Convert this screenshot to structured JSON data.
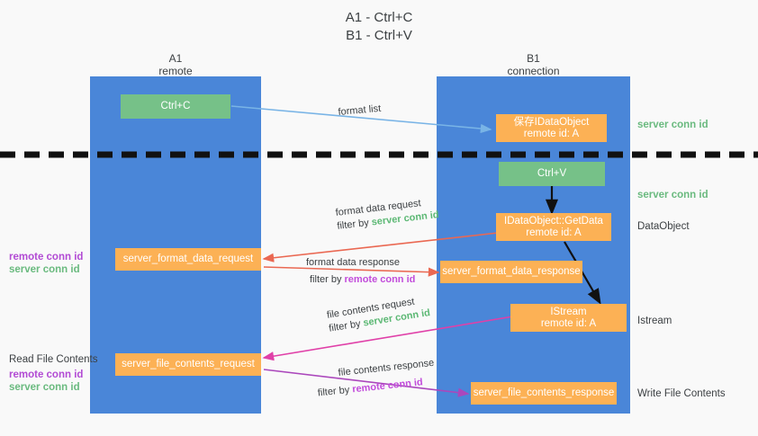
{
  "title": "A1 - Ctrl+C\nB1 - Ctrl+V",
  "columns": [
    {
      "label": "A1\nremote"
    },
    {
      "label": "B1\nconnection"
    }
  ],
  "nodes": {
    "ctrl_c": "Ctrl+C",
    "ctrl_v": "Ctrl+V",
    "save_idataobject": "保存IDataObject\nremote id: A",
    "getdata": "IDataObject::GetData\nremote id: A",
    "istream": "IStream\nremote id: A",
    "server_format_data_request": "server_format_data_request",
    "server_format_data_response": "server_format_data_response",
    "server_file_contents_request": "server_file_contents_request",
    "server_file_contents_response": "server_file_contents_response"
  },
  "right_labels": {
    "server_conn_id_top": "server conn id",
    "server_conn_id_mid": "server conn id",
    "dataobject": "DataObject",
    "istream": "Istream",
    "write_file_contents": "Write File Contents"
  },
  "left_labels": {
    "read_file_contents": "Read File Contents",
    "remote_conn_id": "remote conn id",
    "server_conn_id": "server conn id"
  },
  "edges": {
    "format_list": "format list",
    "format_data_request": "format data request",
    "format_data_request_filter_prefix": "filter by ",
    "format_data_request_filter_value": "server conn id",
    "format_data_response": "format data response",
    "format_data_response_filter_prefix": "filter by ",
    "format_data_response_filter_value": "remote conn id",
    "file_contents_request": "file contents request",
    "file_contents_request_filter_prefix": "filter by ",
    "file_contents_request_filter_value": "server conn id",
    "file_contents_response": "file contents response",
    "file_contents_response_filter_prefix": "filter by ",
    "file_contents_response_filter_value": "remote conn id"
  },
  "colors": {
    "lane": "#4a86d8",
    "green_node": "#76c188",
    "orange_node": "#fcb155",
    "blue_arrow": "#79b4e6",
    "red_arrow": "#ea6852",
    "magenta_arrow": "#e040a8",
    "purple_arrow": "#ab47bc",
    "black_arrow": "#000000",
    "divider": "#111111",
    "green_text": "#6aba7f",
    "purple_text": "#b24bd4"
  }
}
